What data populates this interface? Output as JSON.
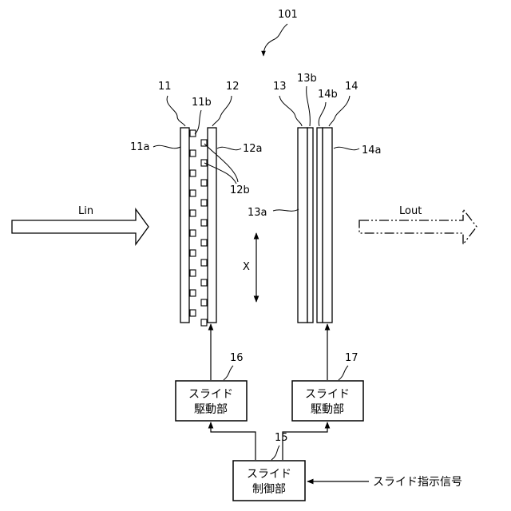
{
  "labels": {
    "device": "101",
    "panel_11": "11",
    "panel_12": "12",
    "panel_13": "13",
    "panel_14": "14",
    "part_11a": "11a",
    "part_11b": "11b",
    "part_12a": "12a",
    "part_12b": "12b",
    "part_13a": "13a",
    "part_13b": "13b",
    "part_14a": "14a",
    "part_14b": "14b",
    "light_in": "Lin",
    "light_out": "Lout",
    "axis_x": "X",
    "num_15": "15",
    "num_16": "16",
    "num_17": "17"
  },
  "boxes": {
    "drive_left": [
      "スライド",
      "駆動部"
    ],
    "drive_right": [
      "スライド",
      "駆動部"
    ],
    "control": [
      "スライド",
      "制御部"
    ]
  },
  "signal_label": "スライド指示信号"
}
